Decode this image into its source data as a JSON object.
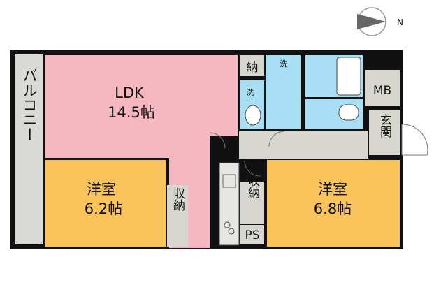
{
  "compass": {
    "north_label": "N"
  },
  "rooms": {
    "ldk": {
      "name": "LDK",
      "size": "14.5帖",
      "color": "#f5b8c0"
    },
    "western1": {
      "name": "洋室",
      "size": "6.2帖",
      "color": "#f9c35c"
    },
    "western2": {
      "name": "洋室",
      "size": "6.8帖",
      "color": "#f9c35c"
    },
    "balcony": {
      "name": "バルコニー"
    },
    "entrance": {
      "name": "玄関"
    }
  },
  "fixtures": {
    "storage_top": "納",
    "storage_mid": "収納",
    "storage_right": "収納",
    "laundry_top": "洗",
    "laundry_left": "洗",
    "mb": "MB",
    "ps": "PS"
  },
  "colors": {
    "wet_area": "#a8dff5",
    "storage": "#d7d7cf",
    "wall": "#111111",
    "hall": "#d7d7cf"
  }
}
